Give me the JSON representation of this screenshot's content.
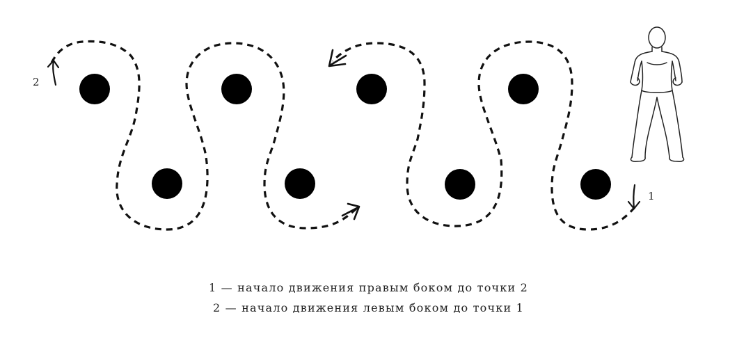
{
  "labels": {
    "start_1": "1",
    "start_2": "2"
  },
  "legend": {
    "line_1": "1 — начало движения правым боком до точки 2",
    "line_2": "2 — начало движения левым боком до точки 1"
  },
  "figure_icon": "standing-person-icon",
  "colors": {
    "ink": "#111111",
    "marker": "#000000"
  }
}
